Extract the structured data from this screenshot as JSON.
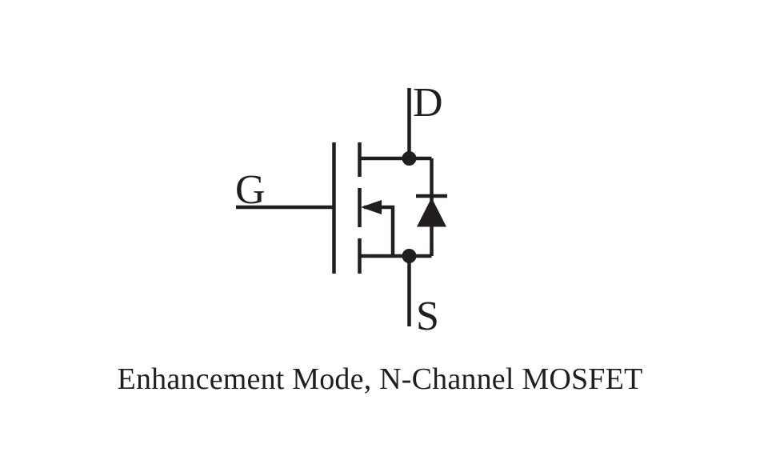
{
  "page": {
    "background": "#ffffff"
  },
  "figure": {
    "type": "circuit-schematic",
    "ink": "#221e1f",
    "caption": "Enhancement Mode, N-Channel MOSFET",
    "terminals": {
      "drain": "D",
      "gate": "G",
      "source": "S"
    }
  }
}
